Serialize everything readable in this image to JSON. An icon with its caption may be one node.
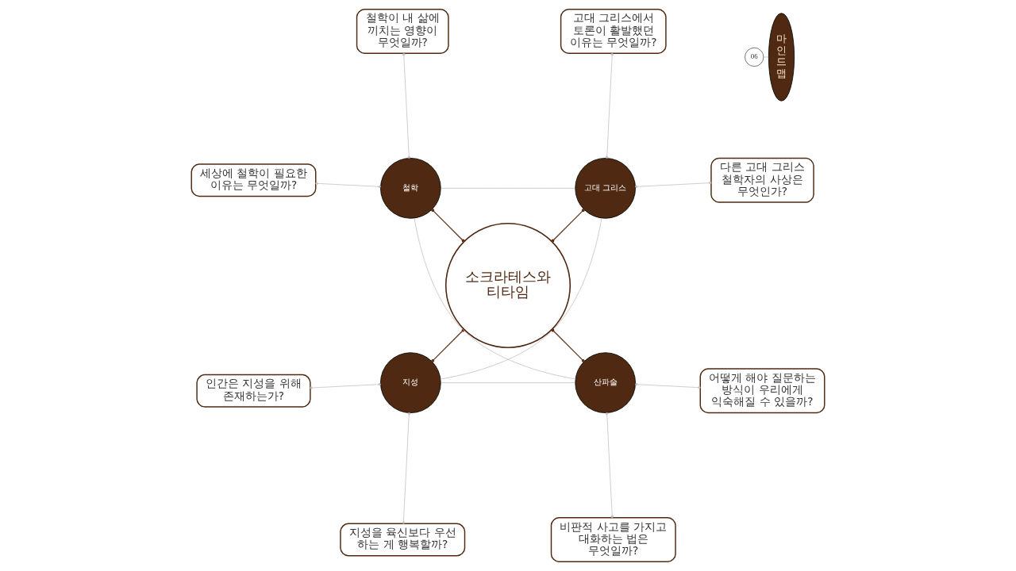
{
  "diagram": {
    "nodes": [
      {
        "text": [
          "마인드맵"
        ]
      },
      {
        "text": [
          "06"
        ]
      },
      {
        "text": [
          "다른 고대 그리스 철학자의 사상은 무엇인가?"
        ]
      },
      {
        "text": [
          "고대 그리스에서 토론이 활발했던 이유는 무엇일까?"
        ]
      },
      {
        "text": [
          "고대 그리스"
        ]
      },
      {
        "text": [
          "철학이 내 삶에 끼치는 영향이 무엇일까?"
        ]
      },
      {
        "text": [
          "세상에 철학이 필요한 이유는 무엇일까?"
        ]
      },
      {
        "text": [
          "철학"
        ]
      },
      {
        "text": [
          "소크라테스와 티타임"
        ]
      },
      {
        "text": [
          "지성"
        ]
      },
      {
        "text": [
          "인간은 지성을 위해 존재하는가?"
        ]
      },
      {
        "text": [
          "지성을 육신보다 우선 하는 게 행복할까?"
        ]
      },
      {
        "text": [
          "산파술"
        ]
      },
      {
        "text": [
          "비판적 사고를 가지고 대화하는 법은 무엇일까?"
        ]
      },
      {
        "text": [
          "어떻게 해야 질문하는 방식이 우리에게 익숙해질 수 있을까?"
        ]
      }
    ],
    "edges": [
      {
        "from": 0,
        "to": 1,
        "arrow": "none"
      },
      {
        "from": 8,
        "to": 4,
        "arrow": "other",
        "color": "#5a2e14"
      },
      {
        "from": 8,
        "to": 9,
        "arrow": "other",
        "color": "#5a2e14"
      },
      {
        "from": 8,
        "to": 12,
        "arrow": "other",
        "color": "#5a2e14"
      },
      {
        "from": 8,
        "to": 7,
        "arrow": "other",
        "color": "#5a2e14"
      },
      {
        "from": 4,
        "to": 9,
        "arrow": "none"
      },
      {
        "from": 9,
        "to": 12,
        "arrow": "none"
      },
      {
        "from": 12,
        "to": 7,
        "arrow": "none"
      },
      {
        "from": 7,
        "to": 4,
        "arrow": "none"
      },
      {
        "from": 4,
        "to": 2,
        "arrow": "other"
      },
      {
        "from": 4,
        "to": 3,
        "arrow": "other"
      },
      {
        "from": 7,
        "to": 5,
        "arrow": "other"
      },
      {
        "from": 7,
        "to": 6,
        "arrow": "other"
      },
      {
        "from": 9,
        "to": 10,
        "arrow": "other"
      },
      {
        "from": 9,
        "to": 11,
        "arrow": "other"
      },
      {
        "from": 12,
        "to": 13,
        "arrow": "other"
      },
      {
        "from": 12,
        "to": 14,
        "arrow": "other"
      }
    ]
  }
}
